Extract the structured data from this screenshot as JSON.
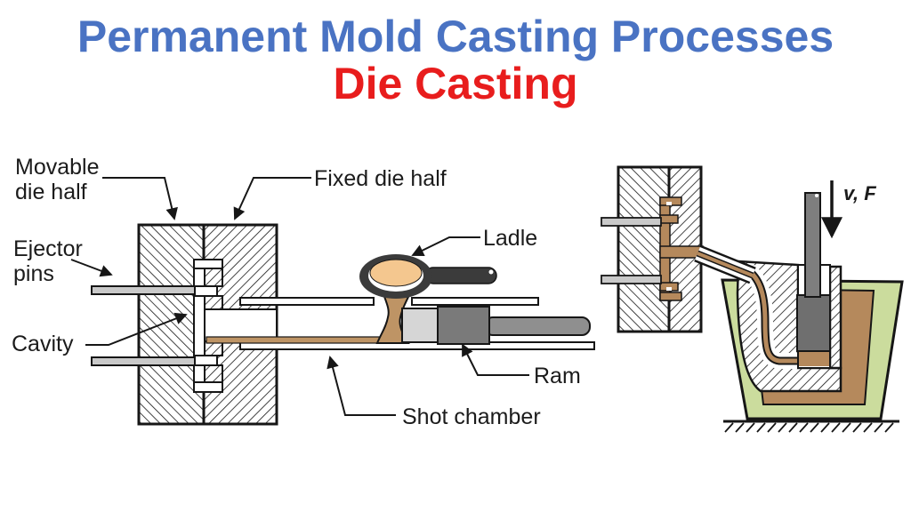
{
  "title": {
    "line1": "Permanent Mold Casting Processes",
    "line2": "Die Casting"
  },
  "colors": {
    "title_blue": "#4A73C3",
    "title_red": "#E81D1D",
    "line_black": "#161616",
    "molten_metal_light": "#F4C78F",
    "molten_metal": "#BE9465",
    "casting_brown": "#B5895C",
    "ejector_pin_gray": "#C9C9C9",
    "ladle_dark_gray": "#3B3B3B",
    "ram_tip_light_gray": "#D6D6D6",
    "ram_body_gray": "#7A7A7A",
    "rod_gray": "#8F8F8F",
    "plunger_gray": "#6F6F6F",
    "crucible_green": "#CBDC9D"
  },
  "left_diagram": {
    "description": "Cold-chamber die casting section view",
    "labels": {
      "movable_die_half": "Movable die half",
      "ejector_pins": "Ejector pins",
      "cavity": "Cavity",
      "fixed_die_half": "Fixed die half",
      "ladle": "Ladle",
      "ram": "Ram",
      "shot_chamber": "Shot chamber"
    }
  },
  "right_diagram": {
    "description": "Hot-chamber die casting with gooseneck immersed in crucible",
    "annotation_vf": "v, F"
  }
}
